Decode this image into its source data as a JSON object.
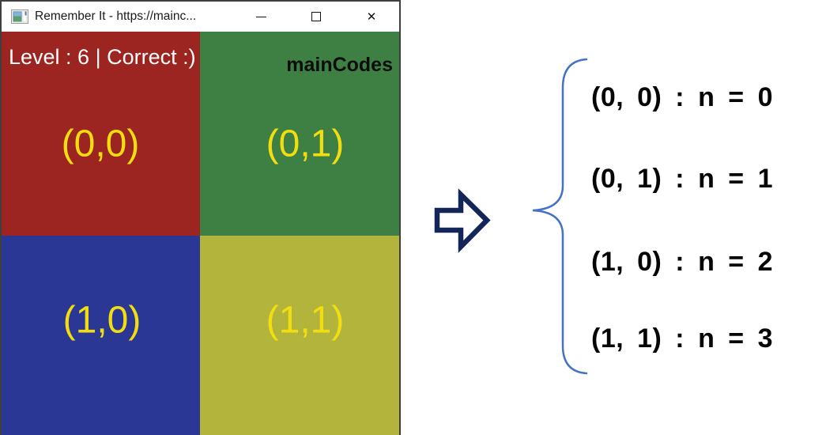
{
  "window": {
    "title": "Remember It - https://mainc...",
    "icons": {
      "app": "app-window-icon",
      "minimize": "minimize-icon",
      "maximize": "maximize-icon",
      "close": "close-icon"
    },
    "close_glyph": "✕",
    "status": "Level : 6 | Correct :)",
    "watermark": "mainCodes",
    "quadrants": [
      {
        "row": 0,
        "col": 0,
        "label": "(0,0)",
        "color": "#9C2521"
      },
      {
        "row": 0,
        "col": 1,
        "label": "(0,1)",
        "color": "#3E8044"
      },
      {
        "row": 1,
        "col": 0,
        "label": "(1,0)",
        "color": "#2B3795"
      },
      {
        "row": 1,
        "col": 1,
        "label": "(1,1)",
        "color": "#B3B43C"
      }
    ],
    "label_color": "#F2DE10"
  },
  "annotation": {
    "arrow_color": "#132657",
    "brace_color": "#4472C4",
    "mappings": [
      "(0, 0) : n = 0",
      "(0, 1) : n = 1",
      "(1, 0) : n = 2",
      "(1, 1) : n = 3"
    ]
  }
}
